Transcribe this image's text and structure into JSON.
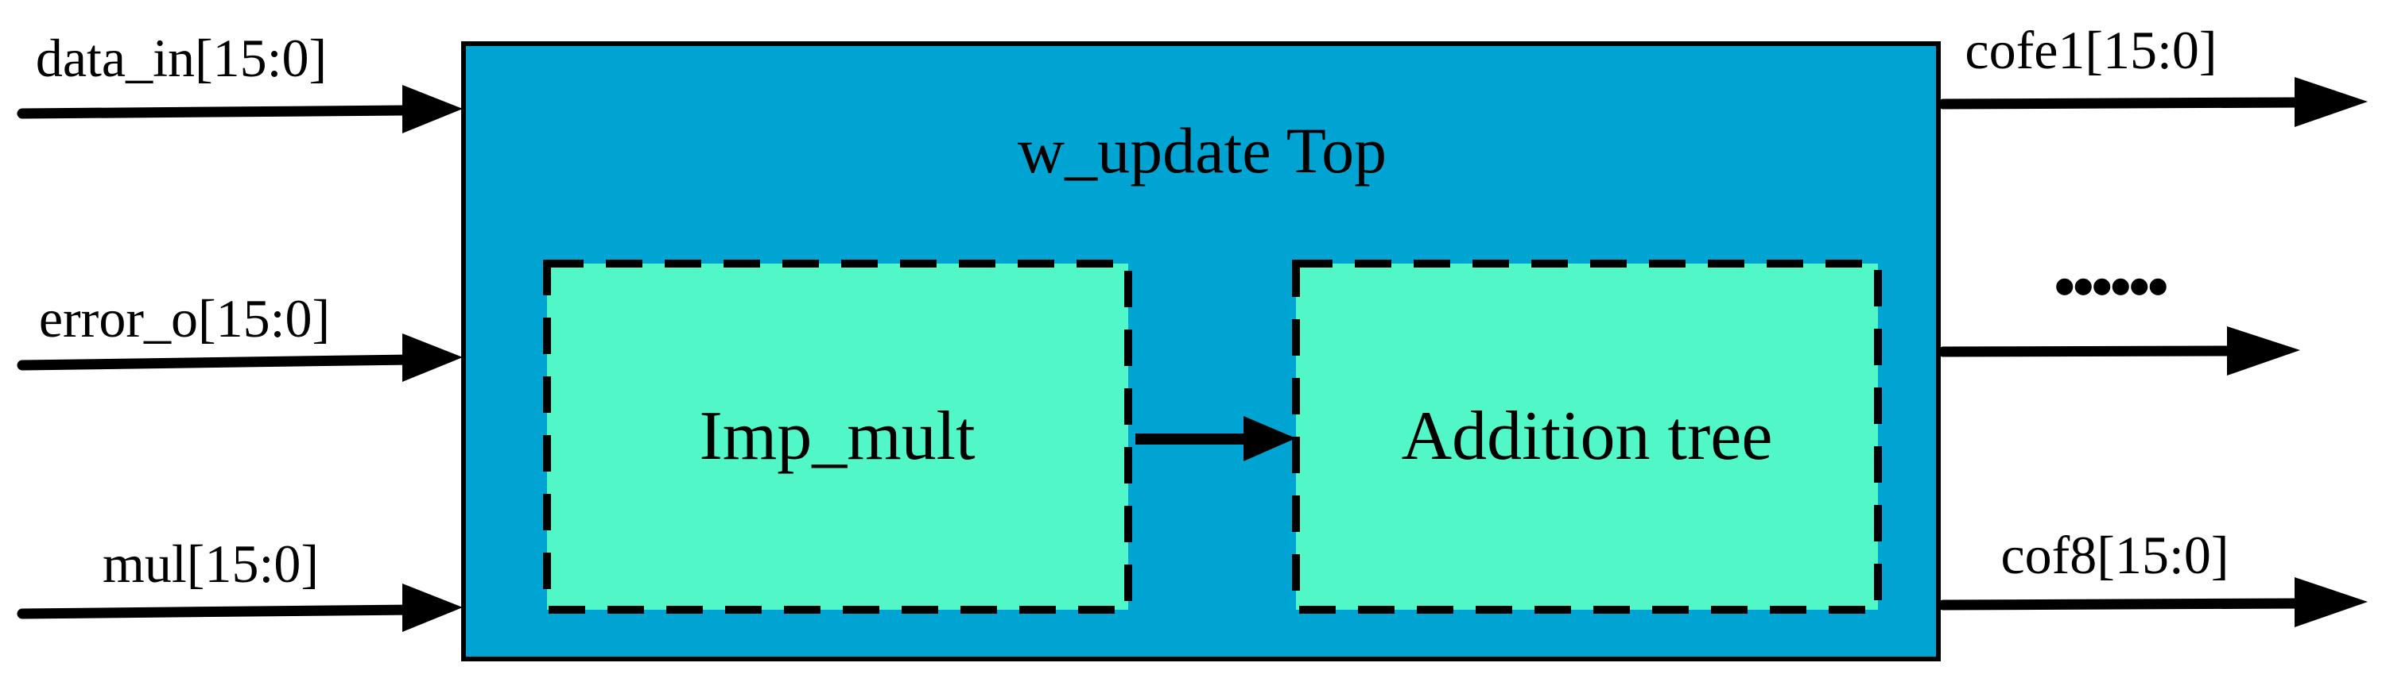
{
  "diagram": {
    "top_block": {
      "title": "w_update Top"
    },
    "modules": [
      {
        "label": "Imp_mult"
      },
      {
        "label": "Addition tree"
      }
    ],
    "inputs": [
      {
        "label": "data_in[15:0]"
      },
      {
        "label": "error_o[15:0]"
      },
      {
        "label": "mul[15:0]"
      }
    ],
    "outputs": [
      {
        "label": "cofe1[15:0]"
      },
      {
        "label": "......"
      },
      {
        "label": "cof8[15:0]"
      }
    ],
    "colors": {
      "top_block_fill": "#00A4D3",
      "module_fill": "#52F7C7",
      "line": "#000000",
      "background": "#FFFFFF"
    }
  }
}
